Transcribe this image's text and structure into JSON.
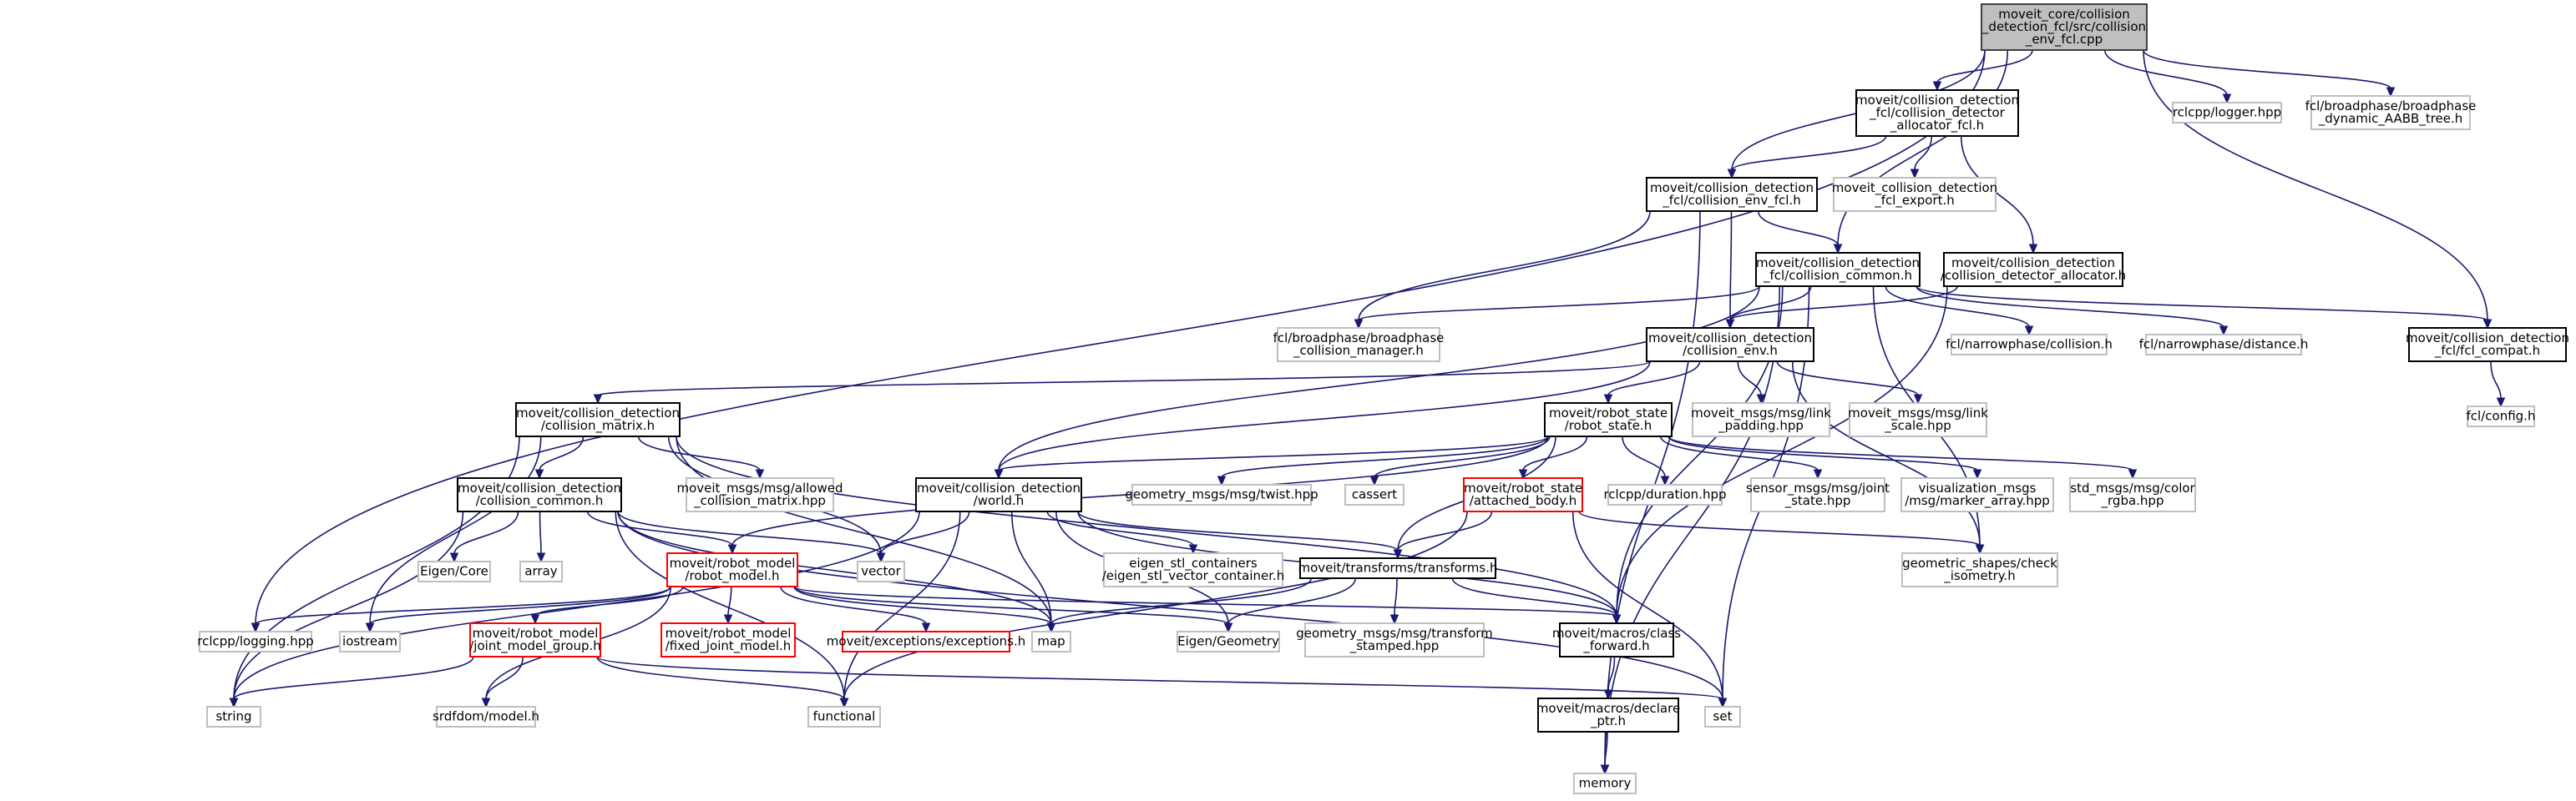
{
  "colors": {
    "edge": "#191970",
    "root_fill": "#bfbfbf",
    "root_border": "#404040",
    "documented_border": "#000000",
    "external_border": "#bfbfbf",
    "undocumented_border": "#ff0000",
    "node_fill": "#ffffff"
  },
  "nodes": [
    {
      "id": "root",
      "kind": "root",
      "lines": [
        "moveit_core/collision",
        "_detection_fcl/src/collision",
        "_env_fcl.cpp"
      ]
    },
    {
      "id": "allocator_fcl",
      "kind": "documented",
      "lines": [
        "moveit/collision_detection",
        "_fcl/collision_detector",
        "_allocator_fcl.h"
      ]
    },
    {
      "id": "rclcpp_logger",
      "kind": "external",
      "lines": [
        "rclcpp/logger.hpp"
      ]
    },
    {
      "id": "fcl_aabb",
      "kind": "external",
      "lines": [
        "fcl/broadphase/broadphase",
        "_dynamic_AABB_tree.h"
      ]
    },
    {
      "id": "env_fcl_h",
      "kind": "documented",
      "lines": [
        "moveit/collision_detection",
        "_fcl/collision_env_fcl.h"
      ]
    },
    {
      "id": "fcl_export",
      "kind": "external",
      "lines": [
        "moveit_collision_detection",
        "_fcl_export.h"
      ]
    },
    {
      "id": "common_fcl",
      "kind": "documented",
      "lines": [
        "moveit/collision_detection",
        "_fcl/collision_common.h"
      ]
    },
    {
      "id": "detector_allocator",
      "kind": "documented",
      "lines": [
        "moveit/collision_detection",
        "/collision_detector_allocator.h"
      ]
    },
    {
      "id": "fcl_manager",
      "kind": "external",
      "lines": [
        "fcl/broadphase/broadphase",
        "_collision_manager.h"
      ]
    },
    {
      "id": "collision_env",
      "kind": "documented",
      "lines": [
        "moveit/collision_detection",
        "/collision_env.h"
      ]
    },
    {
      "id": "fcl_np_collision",
      "kind": "external",
      "lines": [
        "fcl/narrowphase/collision.h"
      ]
    },
    {
      "id": "fcl_np_distance",
      "kind": "external",
      "lines": [
        "fcl/narrowphase/distance.h"
      ]
    },
    {
      "id": "fcl_compat",
      "kind": "documented",
      "lines": [
        "moveit/collision_detection",
        "_fcl/fcl_compat.h"
      ]
    },
    {
      "id": "fcl_config",
      "kind": "external",
      "lines": [
        "fcl/config.h"
      ]
    },
    {
      "id": "collision_matrix",
      "kind": "documented",
      "lines": [
        "moveit/collision_detection",
        "/collision_matrix.h"
      ]
    },
    {
      "id": "link_padding",
      "kind": "external",
      "lines": [
        "moveit_msgs/msg/link",
        "_padding.hpp"
      ]
    },
    {
      "id": "link_scale",
      "kind": "external",
      "lines": [
        "moveit_msgs/msg/link",
        "_scale.hpp"
      ]
    },
    {
      "id": "robot_state_h",
      "kind": "documented",
      "lines": [
        "moveit/robot_state",
        "/robot_state.h"
      ]
    },
    {
      "id": "common_h",
      "kind": "documented",
      "lines": [
        "moveit/collision_detection",
        "/collision_common.h"
      ]
    },
    {
      "id": "allowed_matrix",
      "kind": "external",
      "lines": [
        "moveit_msgs/msg/allowed",
        "_collision_matrix.hpp"
      ]
    },
    {
      "id": "world_h",
      "kind": "documented",
      "lines": [
        "moveit/collision_detection",
        "/world.h"
      ]
    },
    {
      "id": "twist",
      "kind": "external",
      "lines": [
        "geometry_msgs/msg/twist.hpp"
      ]
    },
    {
      "id": "cassert",
      "kind": "external",
      "lines": [
        "cassert"
      ]
    },
    {
      "id": "attached_body",
      "kind": "undocumented",
      "lines": [
        "moveit/robot_state",
        "/attached_body.h"
      ]
    },
    {
      "id": "rclcpp_duration",
      "kind": "external",
      "lines": [
        "rclcpp/duration.hpp"
      ]
    },
    {
      "id": "joint_state",
      "kind": "external",
      "lines": [
        "sensor_msgs/msg/joint",
        "_state.hpp"
      ]
    },
    {
      "id": "marker_array",
      "kind": "external",
      "lines": [
        "visualization_msgs",
        "/msg/marker_array.hpp"
      ]
    },
    {
      "id": "color_rgba",
      "kind": "external",
      "lines": [
        "std_msgs/msg/color",
        "_rgba.hpp"
      ]
    },
    {
      "id": "eigen_core",
      "kind": "external",
      "lines": [
        "Eigen/Core"
      ]
    },
    {
      "id": "array",
      "kind": "external",
      "lines": [
        "array"
      ]
    },
    {
      "id": "vector",
      "kind": "external",
      "lines": [
        "vector"
      ]
    },
    {
      "id": "robot_model_h",
      "kind": "undocumented",
      "lines": [
        "moveit/robot_model",
        "/robot_model.h"
      ]
    },
    {
      "id": "eigen_stl",
      "kind": "external",
      "lines": [
        "eigen_stl_containers",
        "/eigen_stl_vector_container.h"
      ]
    },
    {
      "id": "transforms_h",
      "kind": "documented",
      "lines": [
        "moveit/transforms/transforms.h"
      ]
    },
    {
      "id": "check_isometry",
      "kind": "external",
      "lines": [
        "geometric_shapes/check",
        "_isometry.h"
      ]
    },
    {
      "id": "rclcpp_logging",
      "kind": "external",
      "lines": [
        "rclcpp/logging.hpp"
      ]
    },
    {
      "id": "iostream",
      "kind": "external",
      "lines": [
        "iostream"
      ]
    },
    {
      "id": "joint_model_group",
      "kind": "undocumented",
      "lines": [
        "moveit/robot_model",
        "/joint_model_group.h"
      ]
    },
    {
      "id": "fixed_joint_model",
      "kind": "undocumented",
      "lines": [
        "moveit/robot_model",
        "/fixed_joint_model.h"
      ]
    },
    {
      "id": "exceptions_h",
      "kind": "undocumented",
      "lines": [
        "moveit/exceptions/exceptions.h"
      ]
    },
    {
      "id": "map",
      "kind": "external",
      "lines": [
        "map"
      ]
    },
    {
      "id": "eigen_geometry",
      "kind": "external",
      "lines": [
        "Eigen/Geometry"
      ]
    },
    {
      "id": "transform_stamped",
      "kind": "external",
      "lines": [
        "geometry_msgs/msg/transform",
        "_stamped.hpp"
      ]
    },
    {
      "id": "class_forward",
      "kind": "documented",
      "lines": [
        "moveit/macros/class",
        "_forward.h"
      ]
    },
    {
      "id": "declare_ptr",
      "kind": "documented",
      "lines": [
        "moveit/macros/declare",
        "_ptr.h"
      ]
    },
    {
      "id": "string",
      "kind": "external",
      "lines": [
        "string"
      ]
    },
    {
      "id": "srdfdom",
      "kind": "external",
      "lines": [
        "srdfdom/model.h"
      ]
    },
    {
      "id": "functional",
      "kind": "external",
      "lines": [
        "functional"
      ]
    },
    {
      "id": "set",
      "kind": "external",
      "lines": [
        "set"
      ]
    },
    {
      "id": "memory",
      "kind": "external",
      "lines": [
        "memory"
      ]
    }
  ],
  "edges": [
    [
      "root",
      "allocator_fcl"
    ],
    [
      "root",
      "rclcpp_logger"
    ],
    [
      "root",
      "fcl_aabb"
    ],
    [
      "root",
      "env_fcl_h"
    ],
    [
      "root",
      "common_fcl"
    ],
    [
      "root",
      "fcl_compat"
    ],
    [
      "root",
      "rclcpp_logging"
    ],
    [
      "allocator_fcl",
      "env_fcl_h"
    ],
    [
      "allocator_fcl",
      "fcl_export"
    ],
    [
      "allocator_fcl",
      "detector_allocator"
    ],
    [
      "env_fcl_h",
      "common_fcl"
    ],
    [
      "env_fcl_h",
      "fcl_manager"
    ],
    [
      "env_fcl_h",
      "collision_env"
    ],
    [
      "env_fcl_h",
      "memory"
    ],
    [
      "common_fcl",
      "collision_env"
    ],
    [
      "common_fcl",
      "fcl_manager"
    ],
    [
      "common_fcl",
      "fcl_np_collision"
    ],
    [
      "common_fcl",
      "fcl_np_distance"
    ],
    [
      "common_fcl",
      "fcl_compat"
    ],
    [
      "common_fcl",
      "world_h"
    ],
    [
      "common_fcl",
      "check_isometry"
    ],
    [
      "common_fcl",
      "class_forward"
    ],
    [
      "common_fcl",
      "set"
    ],
    [
      "common_fcl",
      "memory"
    ],
    [
      "detector_allocator",
      "collision_env"
    ],
    [
      "detector_allocator",
      "class_forward"
    ],
    [
      "fcl_compat",
      "fcl_config"
    ],
    [
      "collision_env",
      "collision_matrix"
    ],
    [
      "collision_env",
      "link_padding"
    ],
    [
      "collision_env",
      "link_scale"
    ],
    [
      "collision_env",
      "robot_state_h"
    ],
    [
      "collision_env",
      "world_h"
    ],
    [
      "collision_env",
      "check_isometry"
    ],
    [
      "collision_matrix",
      "common_h"
    ],
    [
      "collision_matrix",
      "allowed_matrix"
    ],
    [
      "collision_matrix",
      "string"
    ],
    [
      "collision_matrix",
      "iostream"
    ],
    [
      "collision_matrix",
      "vector"
    ],
    [
      "collision_matrix",
      "map"
    ],
    [
      "collision_matrix",
      "class_forward"
    ],
    [
      "robot_state_h",
      "robot_model_h"
    ],
    [
      "robot_state_h",
      "twist"
    ],
    [
      "robot_state_h",
      "cassert"
    ],
    [
      "robot_state_h",
      "attached_body"
    ],
    [
      "robot_state_h",
      "rclcpp_duration"
    ],
    [
      "robot_state_h",
      "joint_state"
    ],
    [
      "robot_state_h",
      "marker_array"
    ],
    [
      "robot_state_h",
      "color_rgba"
    ],
    [
      "robot_state_h",
      "transforms_h"
    ],
    [
      "robot_state_h",
      "world_h"
    ],
    [
      "common_h",
      "eigen_core"
    ],
    [
      "common_h",
      "array"
    ],
    [
      "common_h",
      "vector"
    ],
    [
      "common_h",
      "robot_model_h"
    ],
    [
      "common_h",
      "string"
    ],
    [
      "common_h",
      "map"
    ],
    [
      "common_h",
      "set"
    ],
    [
      "common_h",
      "functional"
    ],
    [
      "world_h",
      "vector"
    ],
    [
      "world_h",
      "eigen_stl"
    ],
    [
      "world_h",
      "transforms_h"
    ],
    [
      "world_h",
      "class_forward"
    ],
    [
      "world_h",
      "map"
    ],
    [
      "world_h",
      "eigen_geometry"
    ],
    [
      "world_h",
      "string"
    ],
    [
      "world_h",
      "functional"
    ],
    [
      "attached_body",
      "transforms_h"
    ],
    [
      "attached_body",
      "check_isometry"
    ],
    [
      "attached_body",
      "set"
    ],
    [
      "attached_body",
      "functional"
    ],
    [
      "robot_model_h",
      "rclcpp_logging"
    ],
    [
      "robot_model_h",
      "iostream"
    ],
    [
      "robot_model_h",
      "joint_model_group"
    ],
    [
      "robot_model_h",
      "fixed_joint_model"
    ],
    [
      "robot_model_h",
      "exceptions_h"
    ],
    [
      "robot_model_h",
      "map"
    ],
    [
      "robot_model_h",
      "eigen_geometry"
    ],
    [
      "robot_model_h",
      "class_forward"
    ],
    [
      "robot_model_h",
      "srdfdom"
    ],
    [
      "transforms_h",
      "map"
    ],
    [
      "transforms_h",
      "eigen_geometry"
    ],
    [
      "transforms_h",
      "transform_stamped"
    ],
    [
      "transforms_h",
      "class_forward"
    ],
    [
      "joint_model_group",
      "string"
    ],
    [
      "joint_model_group",
      "srdfdom"
    ],
    [
      "joint_model_group",
      "functional"
    ],
    [
      "joint_model_group",
      "set"
    ],
    [
      "class_forward",
      "declare_ptr"
    ],
    [
      "declare_ptr",
      "memory"
    ]
  ]
}
